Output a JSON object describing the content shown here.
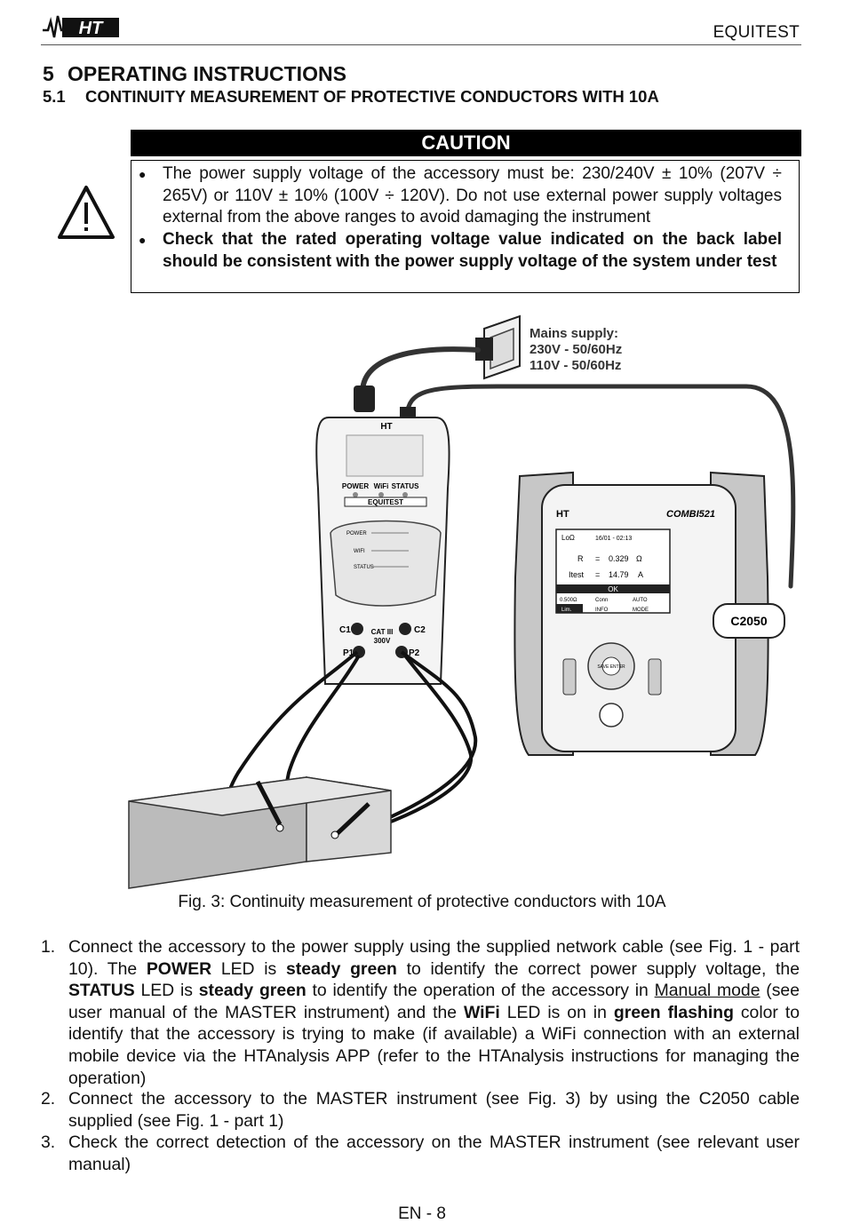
{
  "header": {
    "logo_text": "HT",
    "product": "EQUITEST"
  },
  "section": {
    "number": "5",
    "title": "OPERATING INSTRUCTIONS"
  },
  "subsection": {
    "number": "5.1",
    "title": "CONTINUITY MEASUREMENT OF PROTECTIVE CONDUCTORS WITH 10A"
  },
  "caution": {
    "title": "CAUTION",
    "items": [
      "The power supply voltage of the accessory must be: 230/240V ± 10% (207V ÷ 265V) or 110V ± 10% (100V ÷ 120V). Do not use external power supply voltages external from the above ranges to avoid damaging the instrument",
      "Check that the rated operating voltage value indicated on the back label should be consistent with the power supply voltage of the system under test"
    ]
  },
  "figure": {
    "mains_title": "Mains supply:",
    "mains_line1": "230V - 50/60Hz",
    "mains_line2": "110V - 50/60Hz",
    "accessory_brand": "HT",
    "accessory_leds": [
      "POWER",
      "WiFi",
      "STATUS"
    ],
    "accessory_name": "EQUITEST",
    "accessory_labels": {
      "power": "POWER",
      "wifi": "WIFI",
      "status": "STATUS"
    },
    "terminals": {
      "c1": "C1",
      "c2": "C2",
      "p1": "P1",
      "p2": "P2",
      "cat": "CAT III",
      "cat_v": "300V"
    },
    "master_brand": "HT",
    "master_model": "COMBI521",
    "screen": {
      "top_left": "LoΩ",
      "date": "16/01 - 02:13",
      "r_label": "R",
      "r_eq": "=",
      "r_value": "0.329",
      "r_unit": "Ω",
      "i_label": "Itest",
      "i_eq": "=",
      "i_value": "14.79",
      "i_unit": "A",
      "status": "OK",
      "row1": [
        "0.500Ω",
        "Conn",
        "AUTO"
      ],
      "row2": [
        "Lim.",
        "INFO",
        "MODE"
      ]
    },
    "save_key": "SAVE ENTER",
    "cable": "C2050",
    "caption": "Fig. 3: Continuity measurement of protective conductors with 10A"
  },
  "steps": [
    {
      "num": "1.",
      "parts": [
        {
          "t": "Connect the accessory to the power supply using the supplied network cable (see Fig. 1 - part 10). The "
        },
        {
          "t": "POWER",
          "s": "b"
        },
        {
          "t": " LED is "
        },
        {
          "t": "steady green",
          "s": "b"
        },
        {
          "t": " to identify the correct power supply voltage, the "
        },
        {
          "t": "STATUS",
          "s": "b"
        },
        {
          "t": " LED is "
        },
        {
          "t": "steady green",
          "s": "b"
        },
        {
          "t": " to identify the operation of the accessory in "
        },
        {
          "t": "Manual mode",
          "s": "u"
        },
        {
          "t": " (see user manual of the MASTER instrument) and the "
        },
        {
          "t": "WiFi",
          "s": "b"
        },
        {
          "t": " LED is on in "
        },
        {
          "t": "green flashing",
          "s": "b"
        },
        {
          "t": " color to identify that the accessory is trying to make (if available) a WiFi connection with an external mobile device via the HTAnalysis APP (refer to the HTAnalysis instructions for managing the operation)"
        }
      ]
    },
    {
      "num": "2.",
      "parts": [
        {
          "t": "Connect the accessory to the MASTER instrument (see Fig. 3) by using the C2050 cable supplied (see Fig. 1 - part 1)"
        }
      ]
    },
    {
      "num": "3.",
      "parts": [
        {
          "t": "Check the correct detection of the accessory on the MASTER instrument (see relevant user manual)"
        }
      ]
    }
  ],
  "footer": {
    "page": "EN - 8"
  }
}
